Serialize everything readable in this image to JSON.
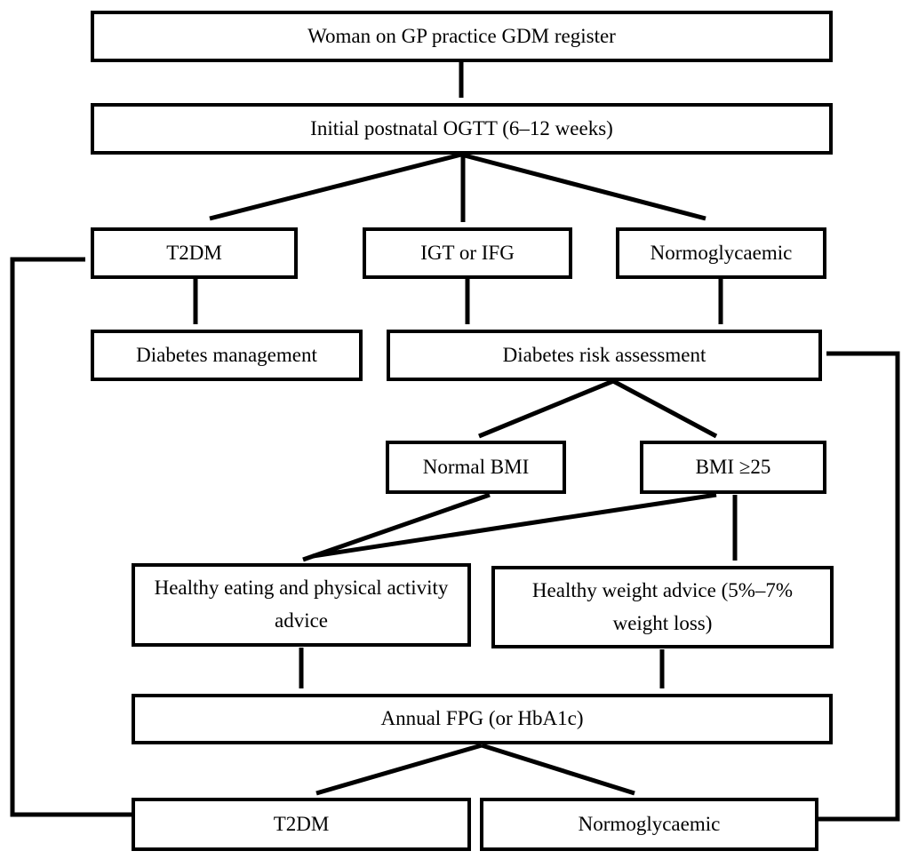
{
  "diagram": {
    "kind": "flowchart",
    "colors": {
      "background": "#ffffff",
      "box_fill": "#ffffff",
      "box_border": "#000000",
      "line": "#000000",
      "text": "#000000"
    },
    "nodes": {
      "register": {
        "label": "Woman on GP practice GDM register"
      },
      "ogtt": {
        "label": "Initial postnatal OGTT (6–12 weeks)"
      },
      "t2dm_initial": {
        "label": "T2DM"
      },
      "igt_ifg": {
        "label": "IGT or IFG"
      },
      "normoglycaemic_initial": {
        "label": "Normoglycaemic"
      },
      "diabetes_management": {
        "label": "Diabetes management"
      },
      "risk_assessment": {
        "label": "Diabetes risk assessment"
      },
      "normal_bmi": {
        "label": "Normal BMI"
      },
      "bmi_ge25": {
        "label": "BMI ≥25"
      },
      "healthy_eating": {
        "label": "Healthy eating and physical activity advice"
      },
      "healthy_weight": {
        "label": "Healthy weight advice (5%–7% weight loss)"
      },
      "annual_fpg": {
        "label": "Annual FPG (or HbA1c)"
      },
      "t2dm_annual": {
        "label": "T2DM"
      },
      "normoglycaemic_annual": {
        "label": "Normoglycaemic"
      }
    },
    "edges": [
      {
        "from": "register",
        "to": "ogtt"
      },
      {
        "from": "ogtt",
        "to": "t2dm_initial"
      },
      {
        "from": "ogtt",
        "to": "igt_ifg"
      },
      {
        "from": "ogtt",
        "to": "normoglycaemic_initial"
      },
      {
        "from": "t2dm_initial",
        "to": "diabetes_management"
      },
      {
        "from": "igt_ifg",
        "to": "risk_assessment"
      },
      {
        "from": "normoglycaemic_initial",
        "to": "risk_assessment"
      },
      {
        "from": "risk_assessment",
        "to": "normal_bmi"
      },
      {
        "from": "risk_assessment",
        "to": "bmi_ge25"
      },
      {
        "from": "normal_bmi",
        "to": "healthy_eating"
      },
      {
        "from": "bmi_ge25",
        "to": "healthy_eating"
      },
      {
        "from": "bmi_ge25",
        "to": "healthy_weight"
      },
      {
        "from": "healthy_eating",
        "to": "annual_fpg"
      },
      {
        "from": "healthy_weight",
        "to": "annual_fpg"
      },
      {
        "from": "annual_fpg",
        "to": "t2dm_annual"
      },
      {
        "from": "annual_fpg",
        "to": "normoglycaemic_annual"
      },
      {
        "from": "t2dm_annual",
        "to": "t2dm_initial"
      },
      {
        "from": "normoglycaemic_annual",
        "to": "risk_assessment"
      }
    ]
  }
}
